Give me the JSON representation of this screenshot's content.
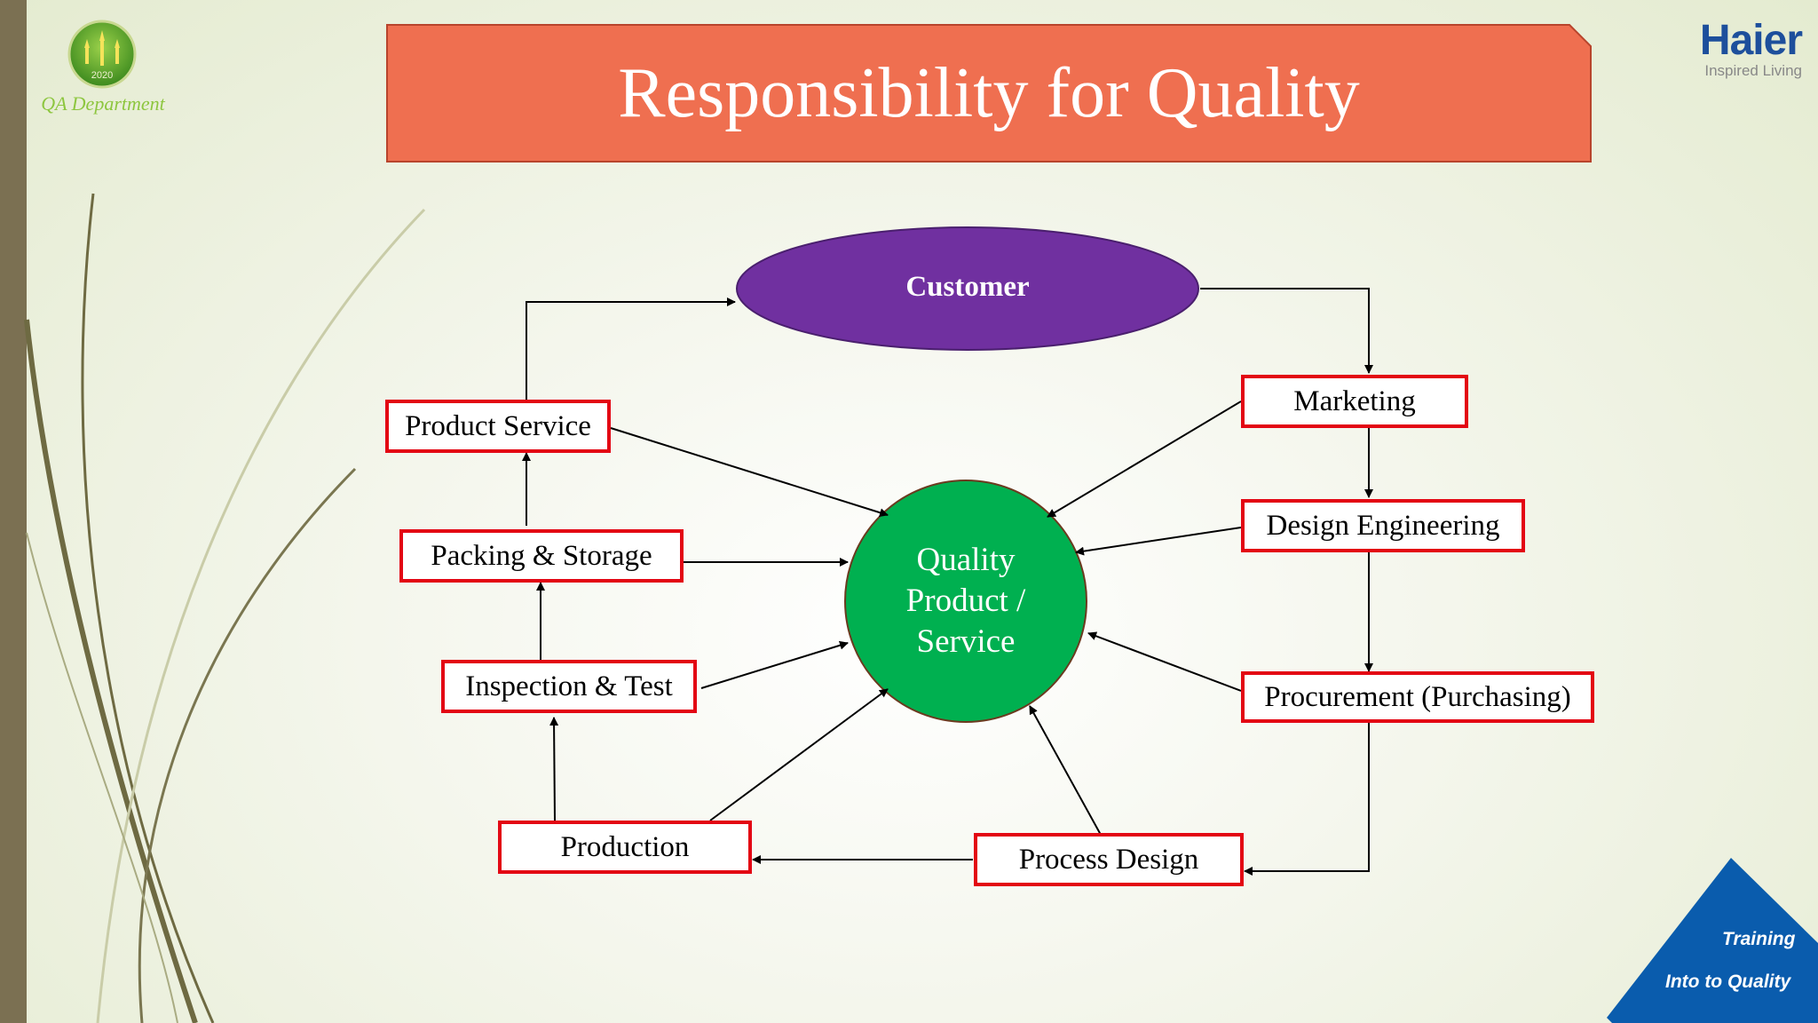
{
  "slide": {
    "title": "Responsibility for Quality",
    "department": "QA Department",
    "seal_year": "2020",
    "brand": {
      "name": "Haier",
      "tagline": "Inspired Living"
    },
    "corner": {
      "line1": "Training",
      "line2": "Into to Quality"
    }
  },
  "diagram": {
    "customer": "Customer",
    "center": {
      "line1": "Quality",
      "line2": "Product /",
      "line3": "Service"
    },
    "nodes": {
      "product_service": "Product Service",
      "packing_storage": "Packing & Storage",
      "inspection_test": "Inspection & Test",
      "production": "Production",
      "process_design": "Process Design",
      "procurement": "Procurement (Purchasing)",
      "design_engineering": "Design Engineering",
      "marketing": "Marketing"
    }
  },
  "colors": {
    "title_fill": "#ef6f50",
    "node_border": "#e30613",
    "customer_fill": "#7030a0",
    "center_fill": "#00b050",
    "accent_green": "#8dc63f",
    "brand_blue": "#1d4f9c",
    "corner_blue": "#0a5cad"
  }
}
